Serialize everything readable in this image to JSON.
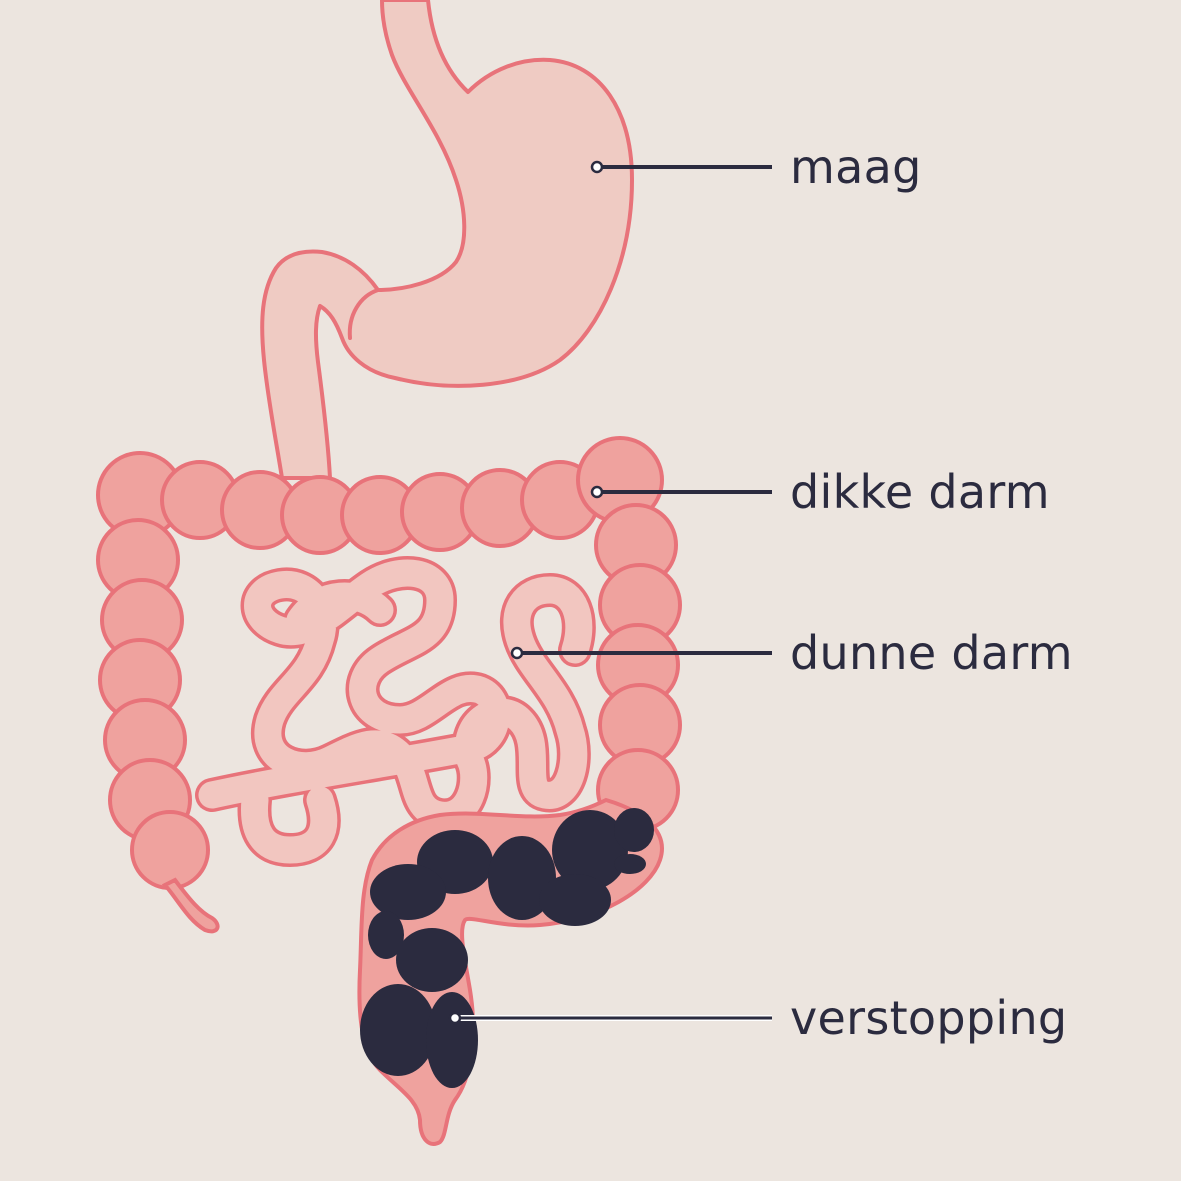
{
  "labels": {
    "stomach": "maag",
    "large_intestine": "dikke darm",
    "small_intestine": "dunne darm",
    "constipation": "verstopping"
  },
  "colors": {
    "background": "#ece5df",
    "outline": "#e8737a",
    "stomach_fill": "#efcbc3",
    "large_intestine_fill": "#efa29e",
    "small_intestine_fill": "#f2c6c0",
    "stool_fill": "#2b2b3f",
    "text": "#2b2b3f",
    "leader_line": "#2b2b3f"
  }
}
